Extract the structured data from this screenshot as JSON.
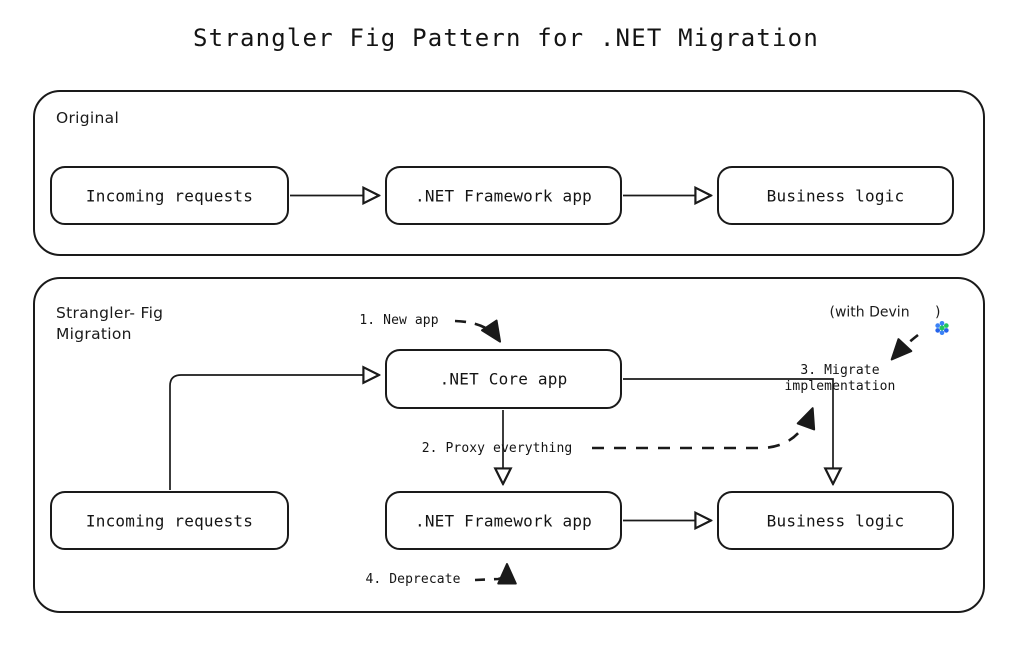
{
  "title": "Strangler Fig Pattern for .NET Migration",
  "colors": {
    "stroke": "#1a1a1a",
    "background": "#ffffff",
    "devin_blue": "#3b82f6",
    "devin_blue_dark": "#2563eb",
    "devin_green": "#22c55e",
    "devin_teal": "#14b8a6"
  },
  "panels": [
    {
      "id": "original",
      "label": "Original",
      "nodes": [
        {
          "id": "orig-incoming",
          "label": "Incoming requests"
        },
        {
          "id": "orig-framework",
          "label": ".NET Framework app"
        },
        {
          "id": "orig-business",
          "label": "Business logic"
        }
      ]
    },
    {
      "id": "strangler",
      "label": "Strangler- Fig\nMigration",
      "nodes": [
        {
          "id": "sf-core",
          "label": ".NET Core app"
        },
        {
          "id": "sf-incoming",
          "label": "Incoming requests"
        },
        {
          "id": "sf-framework",
          "label": ".NET Framework app"
        },
        {
          "id": "sf-business",
          "label": "Business logic"
        }
      ],
      "edge_labels": [
        {
          "id": "step-1",
          "label": "1. New app"
        },
        {
          "id": "step-2",
          "label": "2. Proxy everything"
        },
        {
          "id": "step-3",
          "label": "3. Migrate\nimplementation"
        },
        {
          "id": "step-4",
          "label": "4. Deprecate"
        }
      ],
      "annotation": {
        "id": "devin-note",
        "prefix": "(with Devin ",
        "suffix": ")",
        "logo": "devin-flower-icon"
      }
    }
  ]
}
